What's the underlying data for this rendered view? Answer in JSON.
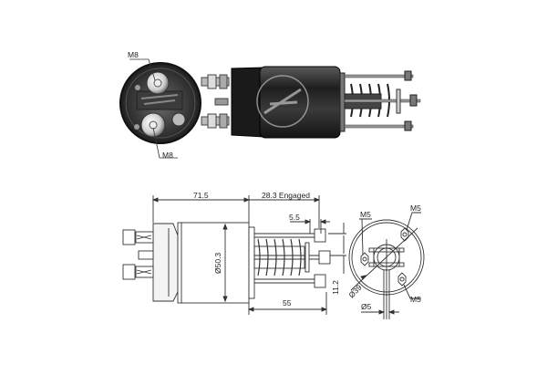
{
  "product": {
    "type": "starter solenoid",
    "photo_views": [
      "end-view",
      "side-view"
    ],
    "drawing_views": [
      "side-elevation",
      "end-elevation"
    ]
  },
  "photo_labels": {
    "terminal_top": "M8",
    "terminal_bottom": "M8"
  },
  "dimensions": {
    "body_length": "71.5",
    "stroke": "28.3 Engaged",
    "stud_offset": "5.5",
    "body_diameter": "Ø50.3",
    "overall_rear": "55",
    "stud_spacing": "11.2",
    "bolt_circle": "Ø39",
    "plunger_diameter": "Ø5"
  },
  "end_view_labels": {
    "stud_left": "M5",
    "stud_top_right": "M5",
    "stud_bottom_right": "M5"
  },
  "colors": {
    "background": "#ffffff",
    "line": "#333333",
    "body_dark": "#2a2a2a",
    "metal_light": "#cfcfcf"
  }
}
